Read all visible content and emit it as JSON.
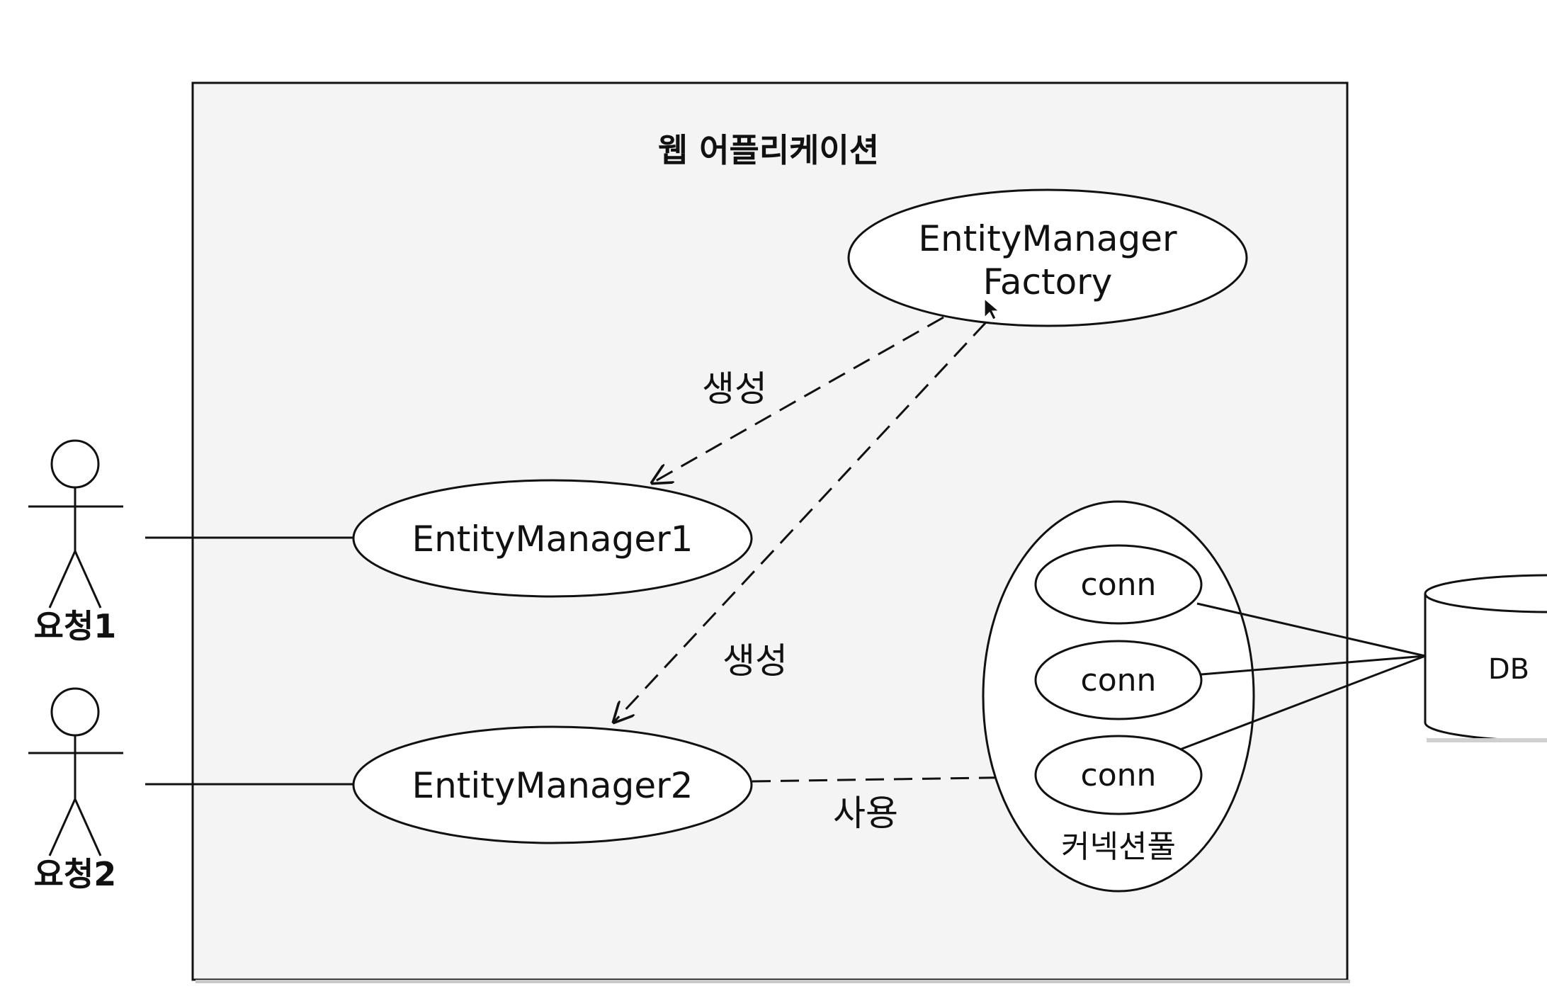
{
  "diagram": {
    "title": "웹 어플리케이션",
    "factory": {
      "line1": "EntityManager",
      "line2": "Factory"
    },
    "entity_manager_1": "EntityManager1",
    "entity_manager_2": "EntityManager2",
    "edge_labels": {
      "create_1": "생성",
      "create_2": "생성",
      "use": "사용"
    },
    "connection_pool": {
      "label": "커넥션풀",
      "connections": [
        "conn",
        "conn",
        "conn"
      ]
    },
    "actors": {
      "request_1": "요청1",
      "request_2": "요청2"
    },
    "database": "DB"
  },
  "colors": {
    "background": "#ffffff",
    "boundary_fill": "#f4f4f4",
    "stroke": "#111111"
  }
}
